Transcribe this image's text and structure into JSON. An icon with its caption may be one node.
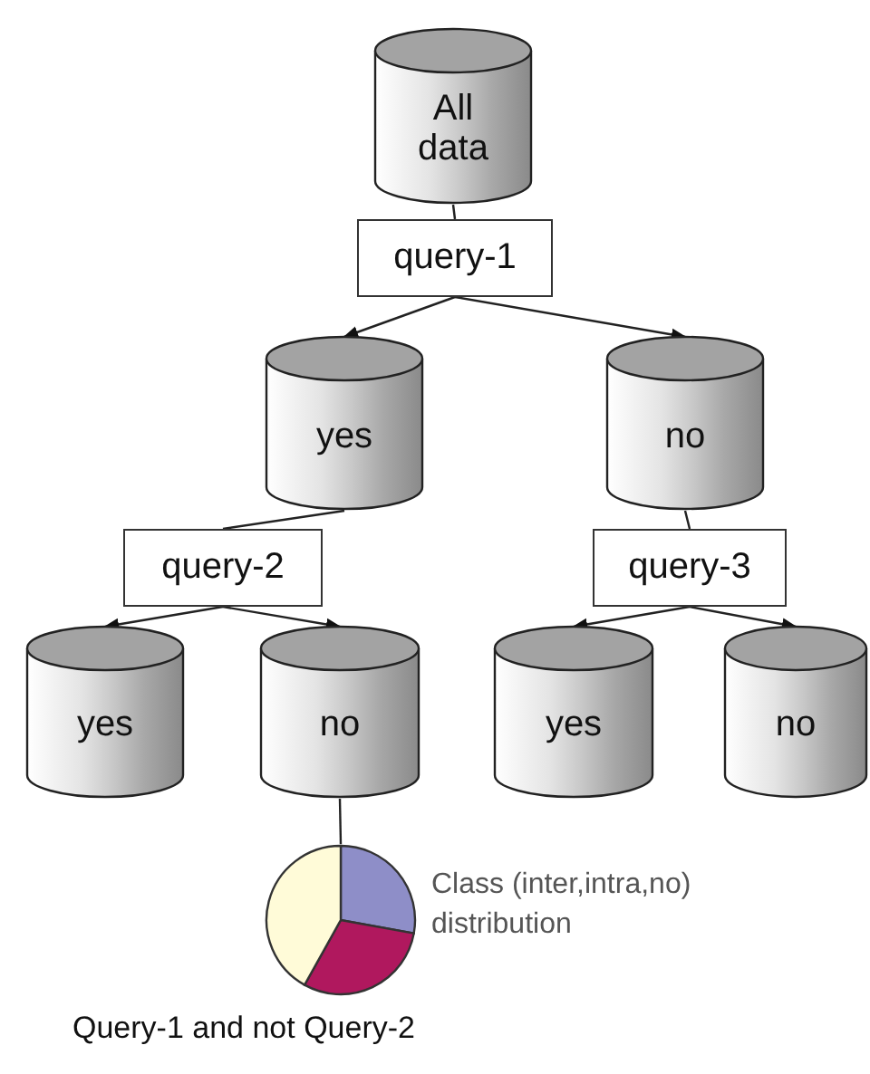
{
  "diagram": {
    "nodes": [
      {
        "text": [
          "All data"
        ]
      },
      {
        "text": [
          "query-1"
        ]
      },
      {
        "text": [
          "yes"
        ]
      },
      {
        "text": [
          "no"
        ]
      },
      {
        "text": [
          "query-2"
        ]
      },
      {
        "text": [
          "query-3"
        ]
      },
      {
        "text": [
          "yes"
        ]
      },
      {
        "text": [
          "no"
        ]
      },
      {
        "text": [
          "yes"
        ]
      },
      {
        "text": [
          "no"
        ]
      },
      {
        "text": [],
        "shape": "pie",
        "beside": [
          "Class (inter,intra,no) distribution"
        ]
      }
    ],
    "edges": [
      {
        "from": 0,
        "to": 1,
        "arrow": "none"
      },
      {
        "from": 1,
        "to": 2,
        "arrow": "to"
      },
      {
        "from": 1,
        "to": 3,
        "arrow": "to"
      },
      {
        "from": 2,
        "to": 4,
        "arrow": "none"
      },
      {
        "from": 3,
        "to": 5,
        "arrow": "none"
      },
      {
        "from": 4,
        "to": 6,
        "arrow": "to"
      },
      {
        "from": 4,
        "to": 7,
        "arrow": "to"
      },
      {
        "from": 5,
        "to": 8,
        "arrow": "to"
      },
      {
        "from": 5,
        "to": 9,
        "arrow": "to"
      },
      {
        "from": 7,
        "to": 10,
        "arrow": "none"
      }
    ],
    "labels": [
      "Query-1 and not Query-2"
    ]
  }
}
